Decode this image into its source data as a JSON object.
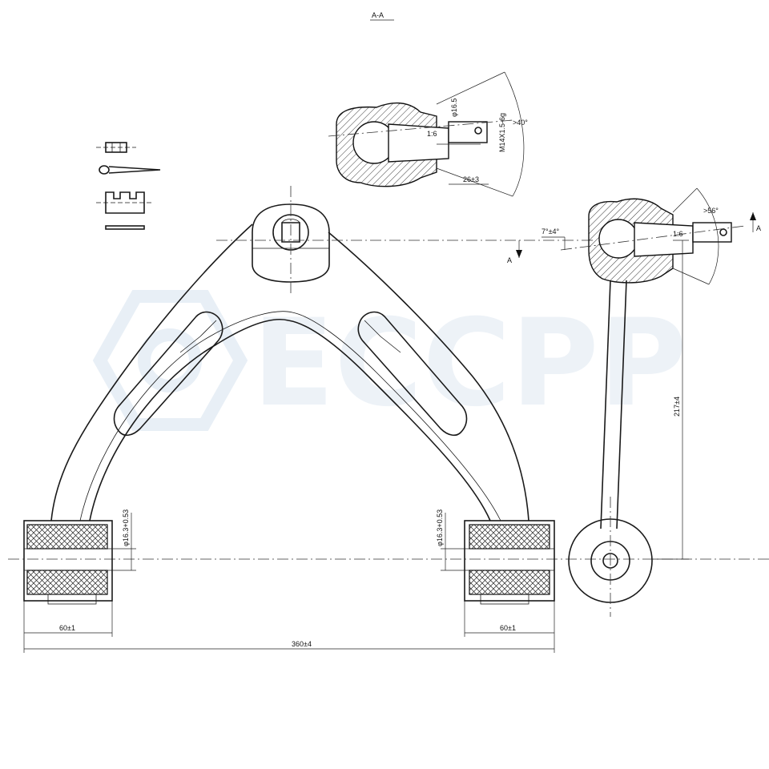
{
  "watermark": {
    "text": "ECCPP",
    "color": "#d8e3ef"
  },
  "labels": {
    "section_title": "A-A",
    "section_arrow_left": "A",
    "section_arrow_right": "A",
    "dia_ball": "φ16.5",
    "thread": "M14X1.5-6g",
    "taper_top": "1:6",
    "angle_top": ">40°",
    "len_top": "26±3",
    "angle_right": ">56°",
    "taper_right": "1:6",
    "tilt": "7°±4°",
    "height": "217±4",
    "bushing_dia_left": "φ16.3+0.53",
    "bushing_dia_right": "φ16.3+0.53",
    "width_left": "60±1",
    "width_right": "60±1",
    "total": "360±4"
  }
}
